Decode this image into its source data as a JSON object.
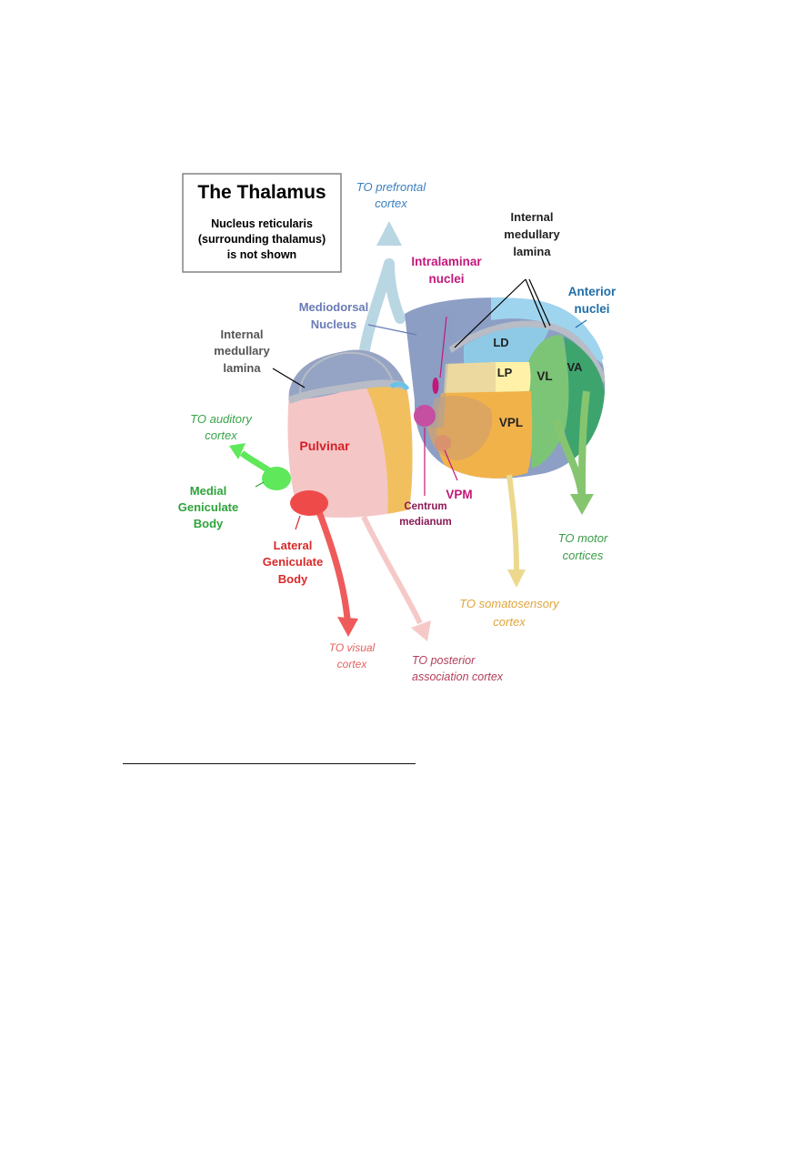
{
  "title_box": {
    "title": "The Thalamus",
    "note_line1": "Nucleus reticularis",
    "note_line2": "(surrounding thalamus)",
    "note_line3": "is not shown"
  },
  "labels": {
    "internal_lamina_left": [
      "Internal",
      "medullary",
      "lamina"
    ],
    "internal_lamina_right": [
      "Internal",
      "medullary",
      "lamina"
    ],
    "mediodorsal": [
      "Mediodorsal",
      "Nucleus"
    ],
    "intralaminar": [
      "Intralaminar",
      "nuclei"
    ],
    "anterior": [
      "Anterior",
      "nuclei"
    ],
    "pulvinar": "Pulvinar",
    "medial_geniculate": [
      "Medial",
      "Geniculate",
      "Body"
    ],
    "lateral_geniculate": [
      "Lateral",
      "Geniculate",
      "Body"
    ],
    "centrum_medianum": [
      "Centrum",
      "medianum"
    ],
    "vpm": "VPM",
    "ld": "LD",
    "lp": "LP",
    "vl": "VL",
    "va": "VA",
    "vpl": "VPL"
  },
  "projections": {
    "prefrontal": [
      "TO prefrontal",
      "cortex"
    ],
    "auditory": [
      "TO auditory",
      "cortex"
    ],
    "visual": [
      "TO visual",
      "cortex"
    ],
    "posterior": [
      "TO posterior",
      "association cortex"
    ],
    "somatosensory": [
      "TO somatosensory",
      "cortex"
    ],
    "motor": [
      "TO motor",
      "cortices"
    ]
  },
  "colors": {
    "mediodorsal": "#8d9fc4",
    "mediodorsal_label": "#6a7bb5",
    "anterior": "#9fd4ef",
    "anterior_label": "#1f6ea8",
    "ld": "#8ecae6",
    "lp": "#fff1a8",
    "vl": "#7cc576",
    "va": "#3ea46d",
    "vpl": "#f2b24a",
    "pulvinar": "#f4c6c6",
    "pulvinar_label": "#d81f26",
    "intralaminar": "#c2187a",
    "medial_geniculate": "#5ee85a",
    "medial_geniculate_label": "#2ea33a",
    "lateral_geniculate": "#ef4a4a",
    "lateral_geniculate_label": "#d82a2a",
    "lamina": "#b7bcc6",
    "prefrontal_arrow": "#b9d6e3",
    "prefrontal_text": "#3a80c0",
    "auditory_text": "#3aa34a",
    "visual_arrow": "#ef5b5b",
    "visual_text": "#e56060",
    "posterior_arrow": "#f6c9c9",
    "posterior_text": "#b33f5a",
    "somatosensory_arrow": "#ecd98e",
    "somatosensory_text": "#e0a53a",
    "motor_arrow": "#86c56f",
    "motor_text": "#3c9a4a"
  }
}
